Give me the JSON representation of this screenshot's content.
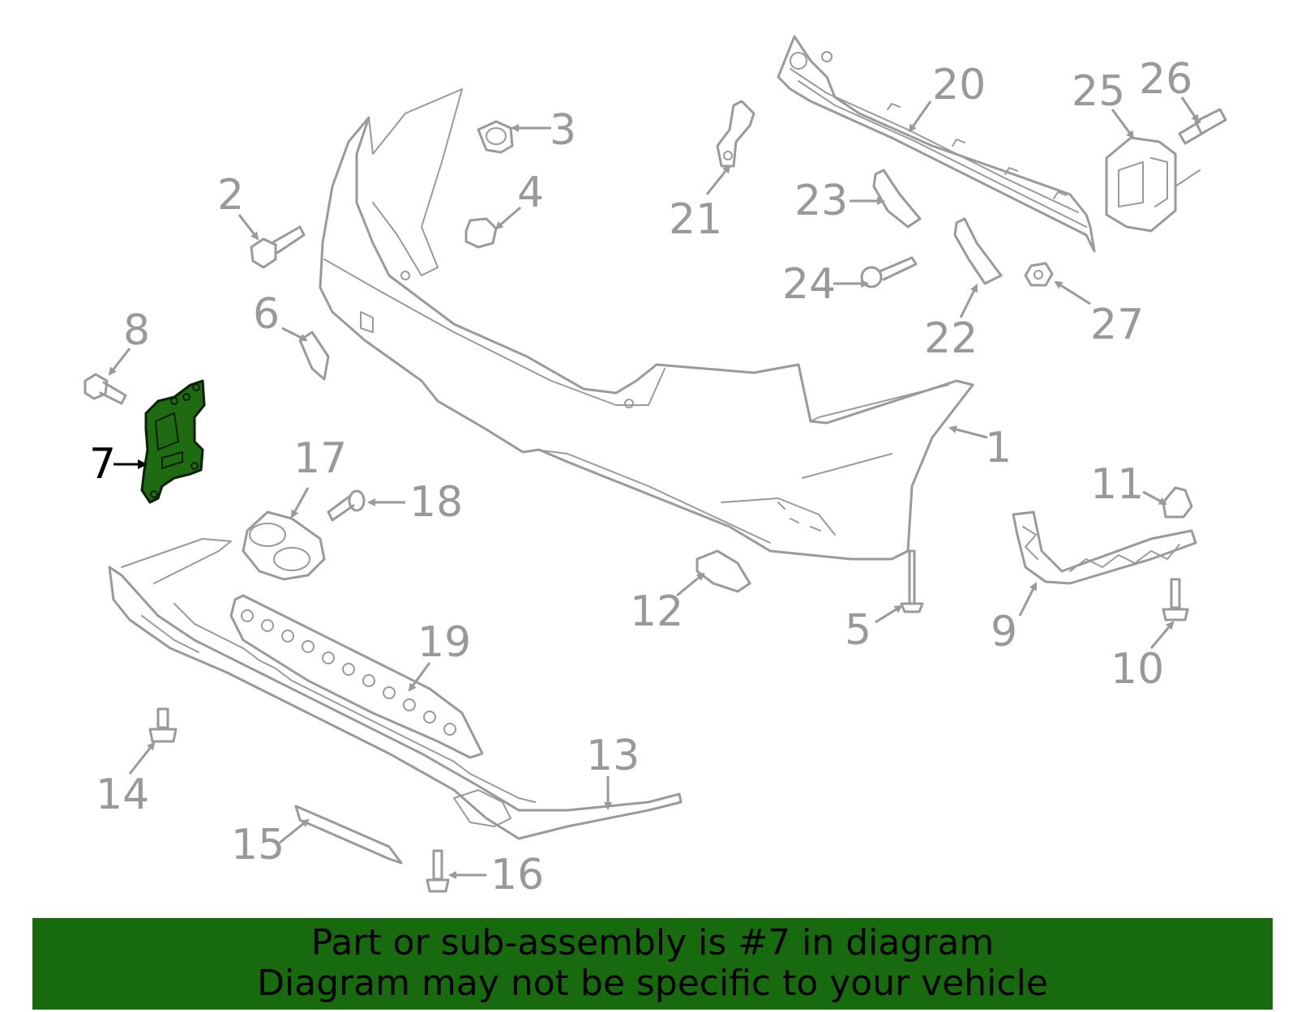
{
  "diagram": {
    "highlighted_part": "7",
    "callouts": [
      "1",
      "2",
      "3",
      "4",
      "5",
      "6",
      "7",
      "8",
      "9",
      "10",
      "11",
      "12",
      "13",
      "14",
      "15",
      "16",
      "17",
      "18",
      "19",
      "20",
      "21",
      "22",
      "23",
      "24",
      "25",
      "26",
      "27"
    ]
  },
  "banner": {
    "line1": "Part or sub-assembly is #7 in diagram",
    "line2": "Diagram may not be specific to your vehicle"
  },
  "colors": {
    "banner_bg": "#176b0e",
    "highlight_fill": "#1e6b12",
    "part_stroke": "#9a9a9a"
  }
}
